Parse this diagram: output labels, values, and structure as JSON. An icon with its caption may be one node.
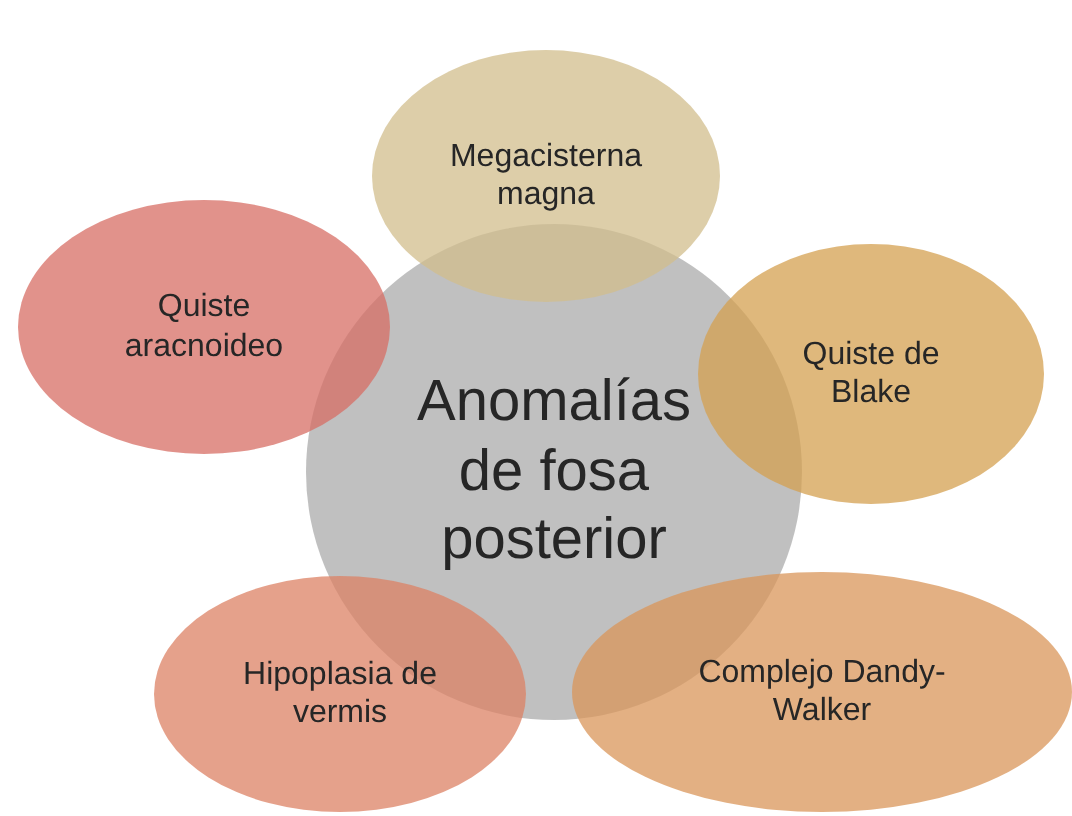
{
  "diagram": {
    "nodes": [
      {
        "text": [
          "Anomalías de fosa posterior"
        ]
      },
      {
        "text": [
          "Megacisterna magna"
        ]
      },
      {
        "text": [
          "Quiste de Blake"
        ]
      },
      {
        "text": [
          "Complejo Dandy-Walker"
        ]
      },
      {
        "text": [
          "Hipoplasia de vermis"
        ]
      },
      {
        "text": [
          "Quiste aracnoideo"
        ]
      }
    ]
  }
}
